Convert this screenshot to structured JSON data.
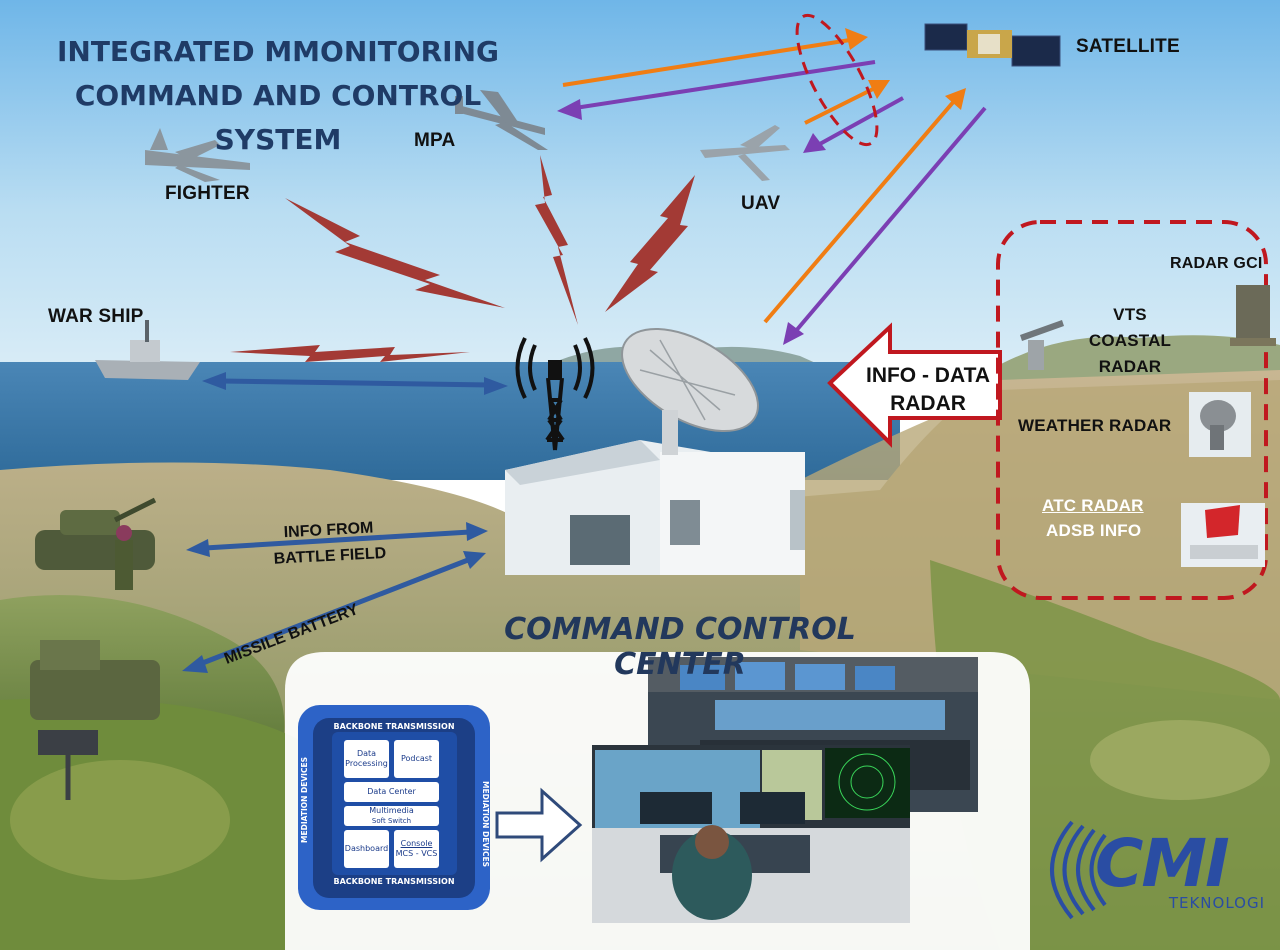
{
  "title": {
    "line1": "INTEGRATED MMONITORING",
    "line2": "COMMAND AND CONTROL SYSTEM"
  },
  "nodes": {
    "satellite": "SATELLITE",
    "mpa": "MPA",
    "fighter": "FIGHTER",
    "uav": "UAV",
    "war_ship": "WAR SHIP",
    "radar_gci": "RADAR GCI",
    "vts_line1": "VTS",
    "vts_line2": "COASTAL RADAR",
    "weather_radar": "WEATHER RADAR",
    "atc_radar": "ATC RADAR",
    "adsb_info": "ADSB INFO"
  },
  "links": {
    "info_data_line1": "INFO - DATA",
    "info_data_line2": "RADAR",
    "battle_line1": "INFO FROM",
    "battle_line2": "BATTLE FIELD",
    "missile": "MISSILE BATTERY"
  },
  "center": {
    "title": "COMMAND CONTROL CENTER"
  },
  "backbone": {
    "top": "BACKBONE TRANSMISSION",
    "bottom": "BACKBONE TRANSMISSION",
    "left": "MEDIATION DEVICES",
    "right": "MEDIATION DEVICES",
    "data_processing": "Data Processing",
    "podcast": "Podcast",
    "data_center": "Data Center",
    "multimedia": "Multimedia",
    "soft_switch": "Soft Switch",
    "dashboard": "Dashboard",
    "console": "Console",
    "mcs_vcs": "MCS - VCS"
  },
  "logo": {
    "brand": "CMI",
    "sub": "TEKNOLOGI"
  },
  "colors": {
    "title": "#1f3b66",
    "uplink": "#f07d13",
    "downlink": "#7b3fb3",
    "radio": "#a33a35",
    "datalink": "#2f5aa0",
    "dashed": "#c0181f",
    "backbone": "#2d63c7"
  }
}
